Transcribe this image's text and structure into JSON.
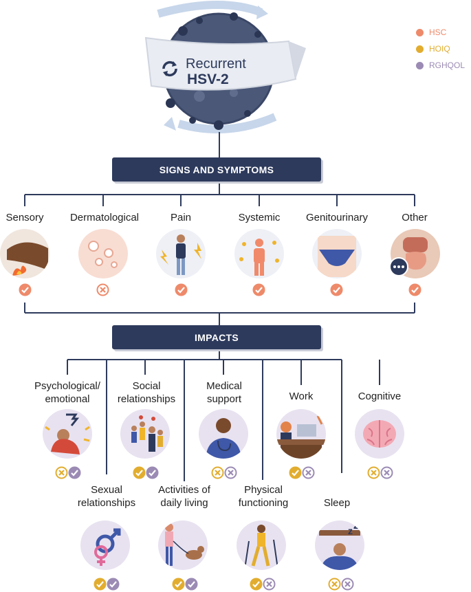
{
  "title": {
    "line1": "Recurrent",
    "line2": "HSV-2"
  },
  "legend": [
    {
      "label": "HSC",
      "color": "#ee8a6a"
    },
    {
      "label": "HOIQ",
      "color": "#e2ad2f"
    },
    {
      "label": "RGHQOL",
      "color": "#9b8bb4"
    }
  ],
  "signs_banner": "SIGNS AND SYMPTOMS",
  "impacts_banner": "IMPACTS",
  "signs": [
    {
      "label": "Sensory",
      "hsc": "check"
    },
    {
      "label": "Dermatological",
      "hsc": "cross"
    },
    {
      "label": "Pain",
      "hsc": "check"
    },
    {
      "label": "Systemic",
      "hsc": "check"
    },
    {
      "label": "Genitourinary",
      "hsc": "check"
    },
    {
      "label": "Other",
      "hsc": "check"
    }
  ],
  "impacts_top": [
    {
      "label": "Psychological/\nemotional",
      "hoiq": "cross",
      "rghqol": "check"
    },
    {
      "label": "Social\nrelationships",
      "hoiq": "check",
      "rghqol": "check"
    },
    {
      "label": "Medical\nsupport",
      "hoiq": "cross",
      "rghqol": "cross"
    },
    {
      "label": "Work",
      "hoiq": "check",
      "rghqol": "cross"
    },
    {
      "label": "Cognitive",
      "hoiq": "cross",
      "rghqol": "cross"
    }
  ],
  "impacts_bottom": [
    {
      "label": "Sexual\nrelationships",
      "hoiq": "check",
      "rghqol": "check"
    },
    {
      "label": "Activities of\ndaily living",
      "hoiq": "check",
      "rghqol": "check"
    },
    {
      "label": "Physical\nfunctioning",
      "hoiq": "check",
      "rghqol": "cross"
    },
    {
      "label": "Sleep",
      "hoiq": "cross",
      "rghqol": "cross"
    }
  ]
}
